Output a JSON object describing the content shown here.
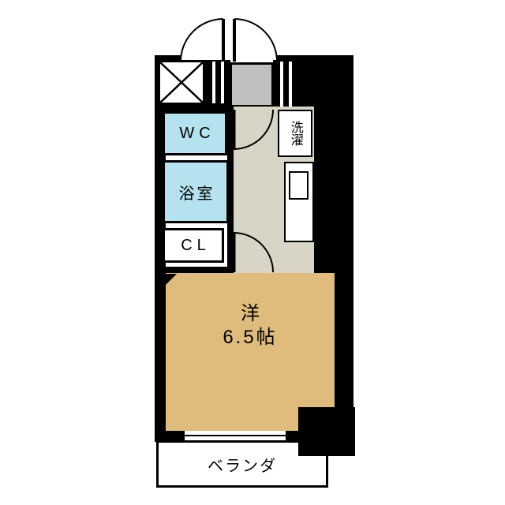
{
  "floorplan": {
    "wc": "WC",
    "bath": "浴室",
    "closet": "CL",
    "laundry": "洗濯",
    "main_room": {
      "name": "洋",
      "size": "6.5帖"
    },
    "veranda": "ベランダ"
  },
  "colors": {
    "wall": "#000000",
    "wet_area_fill": "#b5e2ef",
    "main_room_fill": "#dfbb7c",
    "kitchen_fill": "#d8d4c6",
    "entry_fill": "#bfbfbf",
    "stripe_box_fill": "#000000",
    "background": "#ffffff"
  }
}
